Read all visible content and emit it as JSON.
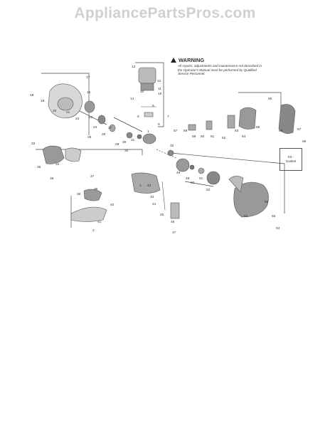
{
  "watermark": "AppliancePartsPros.com",
  "warning": {
    "title": "WARNING",
    "text": "All repairs, adjustments and maintenance not described in the Operator's Manual must be performed by Qualified Service Personnel."
  },
  "kit": {
    "line1": "Kit -",
    "line2": "Gasket"
  },
  "part_labels": [
    {
      "id": "p13",
      "text": "13"
    },
    {
      "id": "p12",
      "text": "12"
    },
    {
      "id": "p10",
      "text": "10"
    },
    {
      "id": "p11",
      "text": "11"
    },
    {
      "id": "p15",
      "text": "15"
    },
    {
      "id": "p14",
      "text": "14"
    },
    {
      "id": "p6",
      "text": "6"
    },
    {
      "id": "p8",
      "text": "8"
    },
    {
      "id": "p7",
      "text": "7"
    },
    {
      "id": "p9",
      "text": "9"
    },
    {
      "id": "p17",
      "text": "17"
    },
    {
      "id": "p18",
      "text": "18"
    },
    {
      "id": "p19",
      "text": "19"
    },
    {
      "id": "p16",
      "text": "16"
    },
    {
      "id": "p20",
      "text": "20"
    },
    {
      "id": "p21",
      "text": "21"
    },
    {
      "id": "p22",
      "text": "22"
    },
    {
      "id": "p23",
      "text": "23"
    },
    {
      "id": "p24",
      "text": "24"
    },
    {
      "id": "p25",
      "text": "25"
    },
    {
      "id": "p26",
      "text": "26"
    },
    {
      "id": "p27",
      "text": "27"
    },
    {
      "id": "p28",
      "text": "28"
    },
    {
      "id": "p29",
      "text": "29"
    },
    {
      "id": "p31",
      "text": "31"
    },
    {
      "id": "p30",
      "text": "30"
    },
    {
      "id": "p1",
      "text": "1"
    },
    {
      "id": "p32",
      "text": "32"
    },
    {
      "id": "p33",
      "text": "33"
    },
    {
      "id": "p34",
      "text": "34"
    },
    {
      "id": "p35",
      "text": "35"
    },
    {
      "id": "p36",
      "text": "36"
    },
    {
      "id": "p37",
      "text": "37"
    },
    {
      "id": "p38",
      "text": "38"
    },
    {
      "id": "p39",
      "text": "39"
    },
    {
      "id": "p40",
      "text": "40"
    },
    {
      "id": "p41",
      "text": "41"
    },
    {
      "id": "p2",
      "text": "2"
    },
    {
      "id": "p3",
      "text": "3"
    },
    {
      "id": "p42",
      "text": "42"
    },
    {
      "id": "p43",
      "text": "43"
    },
    {
      "id": "p44",
      "text": "44"
    },
    {
      "id": "p45",
      "text": "45"
    },
    {
      "id": "p46",
      "text": "46"
    },
    {
      "id": "p47",
      "text": "47"
    },
    {
      "id": "p48",
      "text": "48"
    },
    {
      "id": "p49",
      "text": "49"
    },
    {
      "id": "p50",
      "text": "50"
    },
    {
      "id": "p51",
      "text": "51"
    },
    {
      "id": "p52",
      "text": "52"
    },
    {
      "id": "p53",
      "text": "53"
    },
    {
      "id": "p54",
      "text": "54"
    },
    {
      "id": "p55",
      "text": "55"
    },
    {
      "id": "p56",
      "text": "56"
    },
    {
      "id": "p57",
      "text": "57"
    },
    {
      "id": "p58",
      "text": "58"
    },
    {
      "id": "p59",
      "text": "59"
    },
    {
      "id": "p60",
      "text": "60"
    },
    {
      "id": "p61",
      "text": "61"
    },
    {
      "id": "p62",
      "text": "62"
    },
    {
      "id": "p63",
      "text": "63"
    },
    {
      "id": "p64",
      "text": "64"
    },
    {
      "id": "p65",
      "text": "65"
    },
    {
      "id": "p66",
      "text": "66"
    },
    {
      "id": "p67",
      "text": "67"
    },
    {
      "id": "p68",
      "text": "68"
    },
    {
      "id": "p69",
      "text": "69"
    }
  ]
}
